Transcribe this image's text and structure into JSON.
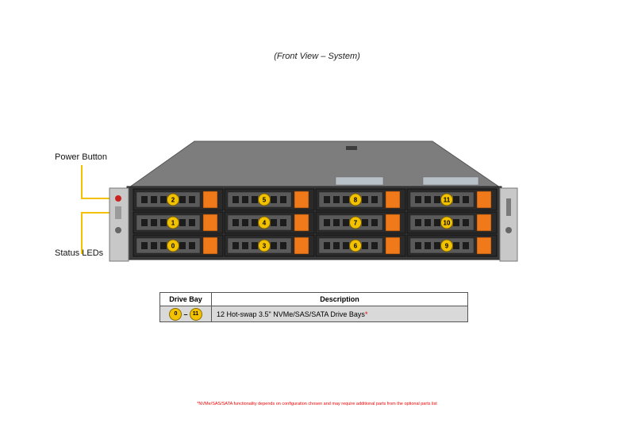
{
  "caption": "(Front View – System)",
  "callouts": {
    "power_button": "Power Button",
    "status_leds": "Status LEDs"
  },
  "bays": {
    "row_top": [
      "2",
      "5",
      "8",
      "11"
    ],
    "row_mid": [
      "1",
      "4",
      "7",
      "10"
    ],
    "row_bot": [
      "0",
      "3",
      "6",
      "9"
    ]
  },
  "table": {
    "headers": [
      "Drive Bay",
      "Description"
    ],
    "row": {
      "range_start": "0",
      "range_sep": "–",
      "range_end": "11",
      "description": "12 Hot-swap 3.5\" NVMe/SAS/SATA Drive Bays",
      "asterisk": "*"
    }
  },
  "footnote": "*NVMe/SAS/SATA functionality depends on configuration chosen and may require additional parts from the optional parts list",
  "colors": {
    "bay_badge": "#f2c200",
    "drive_latch": "#f07a1a",
    "footnote": "#e00000",
    "callout_line": "#f2c200"
  }
}
